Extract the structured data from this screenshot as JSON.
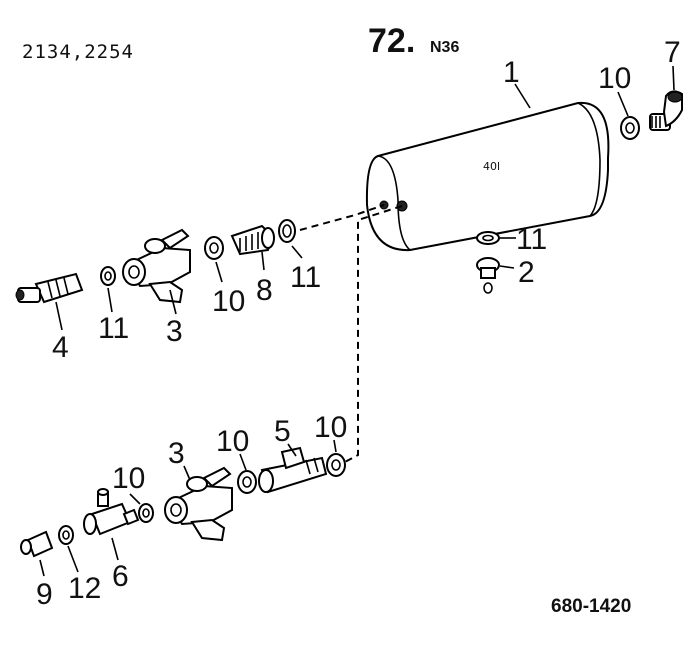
{
  "header": {
    "model_codes": "2134,2254",
    "page_number": "72.",
    "page_suffix": "N36"
  },
  "tank": {
    "capacity_marking": "40l"
  },
  "callouts": {
    "c1": "1",
    "c7": "7",
    "c10_top": "10",
    "c11_tank": "11",
    "c2": "2",
    "c11_valve": "11",
    "c8": "8",
    "c10_mid": "10",
    "c3_top": "3",
    "c11_left": "11",
    "c4": "4",
    "c3_bot": "3",
    "c10_bot_a": "10",
    "c5": "5",
    "c10_bot_b": "10",
    "c10_bot_c": "10",
    "c9": "9",
    "c12": "12",
    "c6": "6"
  },
  "figure_number": "680-1420"
}
